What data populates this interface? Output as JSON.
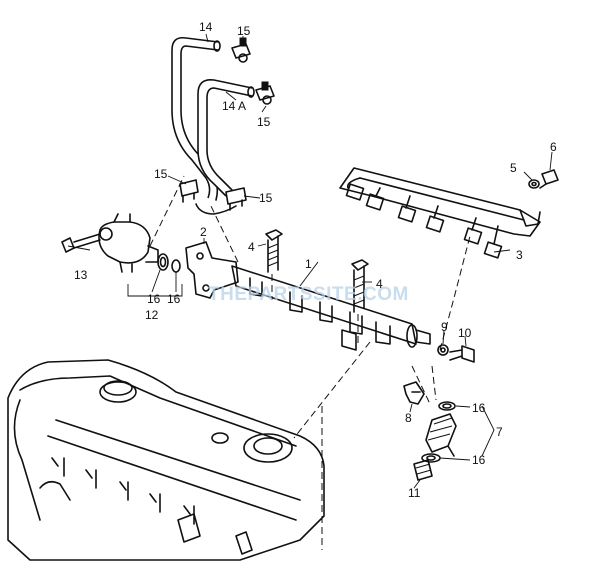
{
  "callouts": {
    "c1": "1",
    "c2": "2",
    "c3": "3",
    "c4a": "4",
    "c4b": "4",
    "c5": "5",
    "c6": "6",
    "c7": "7",
    "c8": "8",
    "c9": "9",
    "c10": "10",
    "c11": "11",
    "c12": "12",
    "c13": "13",
    "c14": "14",
    "c14a": "14 A",
    "c15a": "15",
    "c15b": "15",
    "c15c": "15",
    "c15d": "15",
    "c16a": "16",
    "c16b": "16",
    "c16c": "16",
    "c16d": "16"
  },
  "watermark": "THEPARTSSITE.COM",
  "colors": {
    "line": "#111111",
    "watermark": "#b8d2ea",
    "background": "#ffffff"
  }
}
